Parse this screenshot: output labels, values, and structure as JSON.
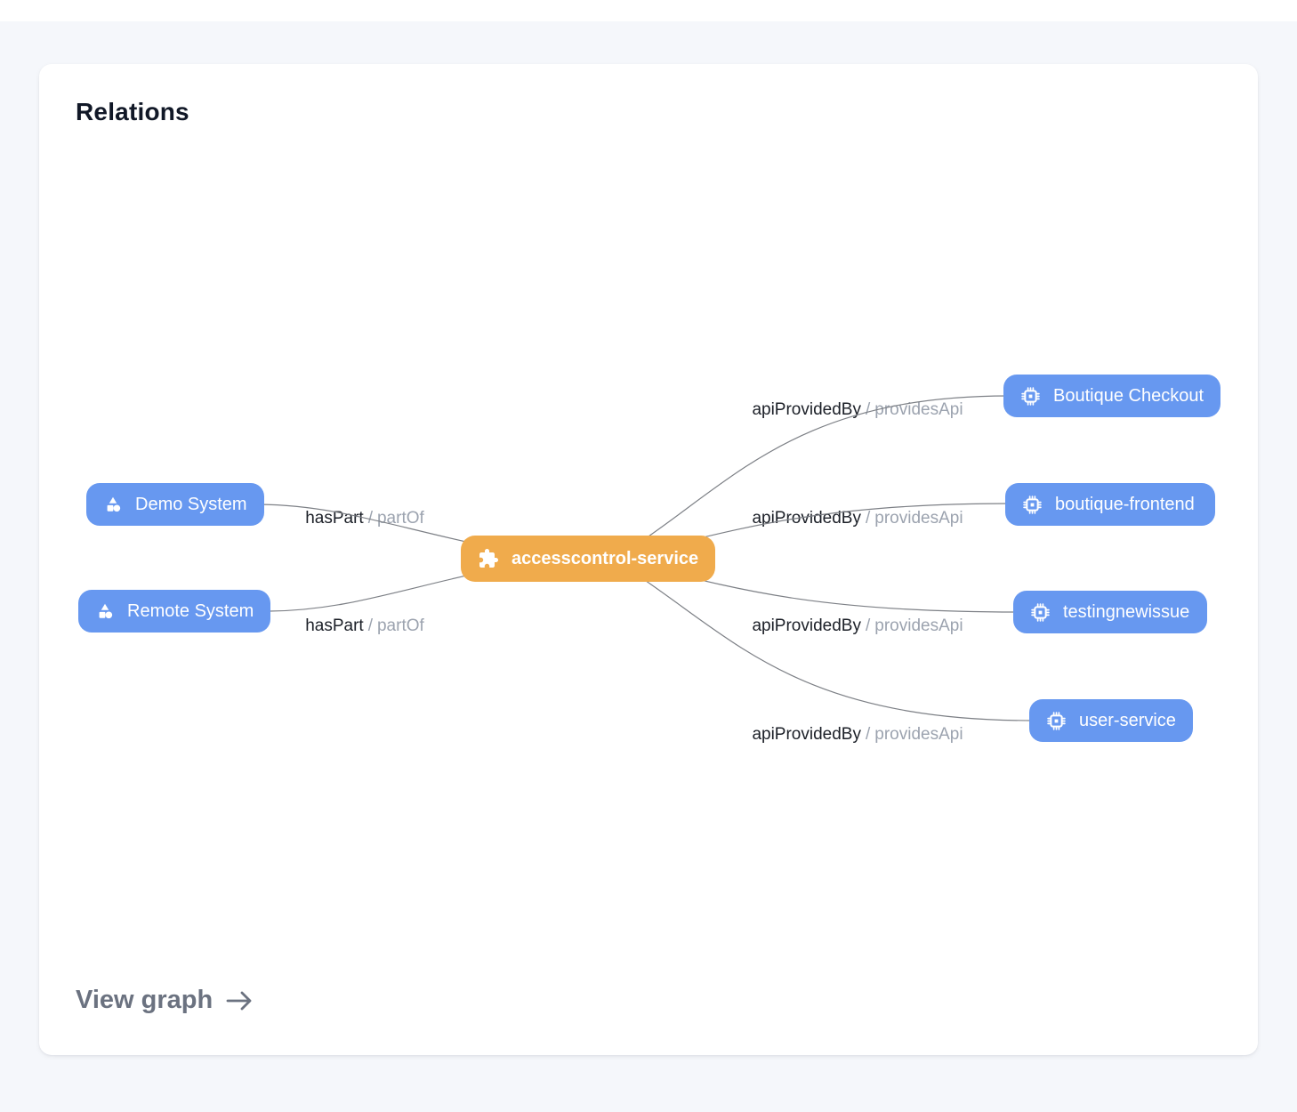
{
  "title": "Relations",
  "separator": "/",
  "footer": {
    "link_label": "View graph",
    "arrow_icon": "arrow-right-icon"
  },
  "colors": {
    "page_background": "#f5f7fb",
    "card_background": "#ffffff",
    "entity_node_blue": "#6798f0",
    "primary_node_orange": "#f0ab4c",
    "edge_line": "#7d8086",
    "edge_label_primary": "#1b1f27",
    "edge_label_secondary": "#9ca3af",
    "footer_link": "#6b7280",
    "title_text": "#111827"
  },
  "nodes": {
    "center": {
      "label": "accesscontrol-service",
      "icon": "puzzle-icon",
      "type": "component"
    },
    "left": [
      {
        "label": "Demo System",
        "icon": "system-shapes-icon",
        "type": "system"
      },
      {
        "label": "Remote System",
        "icon": "system-shapes-icon",
        "type": "system"
      }
    ],
    "right": [
      {
        "label": "Boutique Checkout",
        "icon": "chip-icon",
        "type": "api"
      },
      {
        "label": "boutique-frontend",
        "icon": "chip-icon",
        "type": "api"
      },
      {
        "label": "testingnewissue",
        "icon": "chip-icon",
        "type": "api"
      },
      {
        "label": "user-service",
        "icon": "chip-icon",
        "type": "api"
      }
    ]
  },
  "edges": [
    {
      "from": "Demo System",
      "to": "accesscontrol-service",
      "rel": "hasPart",
      "inverse": "partOf"
    },
    {
      "from": "Remote System",
      "to": "accesscontrol-service",
      "rel": "hasPart",
      "inverse": "partOf"
    },
    {
      "from": "accesscontrol-service",
      "to": "Boutique Checkout",
      "rel": "apiProvidedBy",
      "inverse": "providesApi"
    },
    {
      "from": "accesscontrol-service",
      "to": "boutique-frontend",
      "rel": "apiProvidedBy",
      "inverse": "providesApi"
    },
    {
      "from": "accesscontrol-service",
      "to": "testingnewissue",
      "rel": "apiProvidedBy",
      "inverse": "providesApi"
    },
    {
      "from": "accesscontrol-service",
      "to": "user-service",
      "rel": "apiProvidedBy",
      "inverse": "providesApi"
    }
  ]
}
